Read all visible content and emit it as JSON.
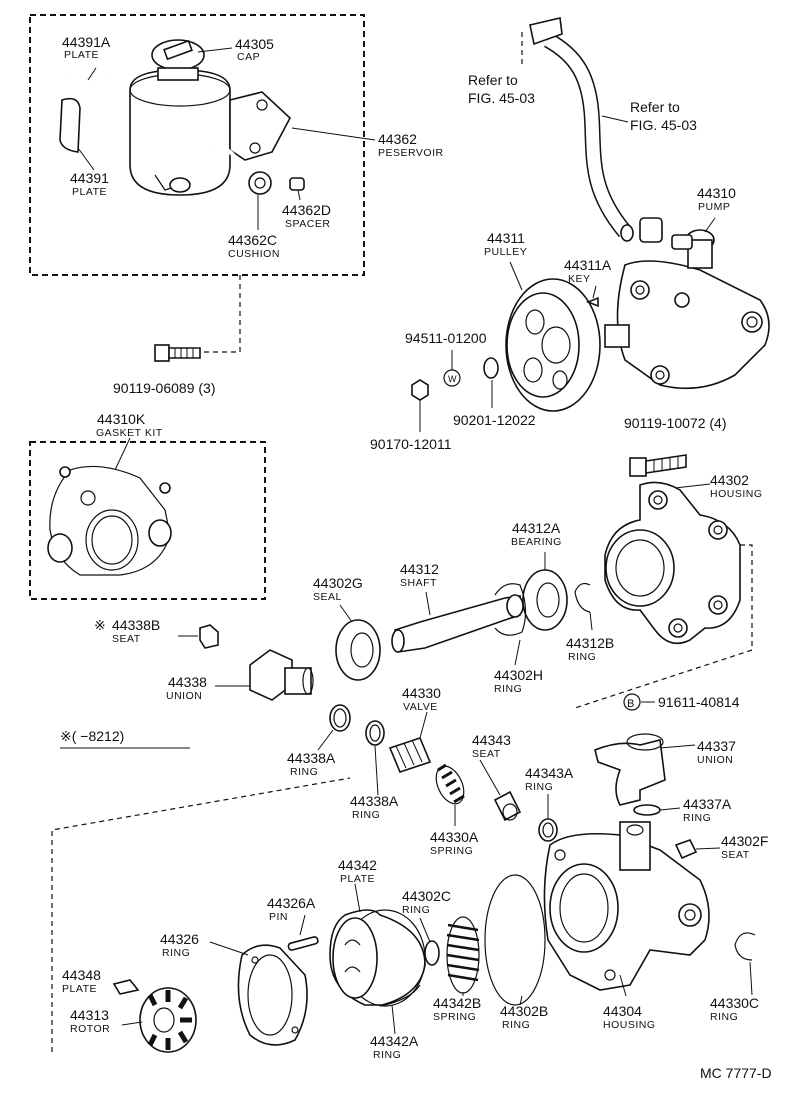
{
  "labels": [
    {
      "id": "44391A",
      "num": "44391A",
      "cap": "PLATE"
    },
    {
      "id": "44305",
      "num": "44305",
      "cap": "CAP"
    },
    {
      "id": "44362",
      "num": "44362",
      "cap": "PESERVOIR"
    },
    {
      "id": "44391",
      "num": "44391",
      "cap": "PLATE"
    },
    {
      "id": "44362D",
      "num": "44362D",
      "cap": "SPACER"
    },
    {
      "id": "44362C",
      "num": "44362C",
      "cap": "CUSHION"
    },
    {
      "id": "90119-06089",
      "num": "90119-06089 (3)",
      "cap": ""
    },
    {
      "id": "44310K",
      "num": "44310K",
      "cap": "GASKET KIT"
    },
    {
      "id": "44338B",
      "num": "44338B",
      "cap": "SEAT"
    },
    {
      "id": "44338",
      "num": "44338",
      "cap": "UNION"
    },
    {
      "id": "44311",
      "num": "44311",
      "cap": "PULLEY"
    },
    {
      "id": "44311A",
      "num": "44311A",
      "cap": "KEY"
    },
    {
      "id": "44310",
      "num": "44310",
      "cap": "PUMP"
    },
    {
      "id": "94511-01200",
      "num": "94511-01200",
      "cap": ""
    },
    {
      "id": "90201-12022",
      "num": "90201-12022",
      "cap": ""
    },
    {
      "id": "90170-12011",
      "num": "90170-12011",
      "cap": ""
    },
    {
      "id": "90119-10072",
      "num": "90119-10072 (4)",
      "cap": ""
    },
    {
      "id": "44302",
      "num": "44302",
      "cap": "HOUSING"
    },
    {
      "id": "44312A",
      "num": "44312A",
      "cap": "BEARING"
    },
    {
      "id": "44312",
      "num": "44312",
      "cap": "SHAFT"
    },
    {
      "id": "44302G",
      "num": "44302G",
      "cap": "SEAL"
    },
    {
      "id": "44312B",
      "num": "44312B",
      "cap": "RING"
    },
    {
      "id": "44302H",
      "num": "44302H",
      "cap": "RING"
    },
    {
      "id": "91611-40814",
      "num": "91611-40814",
      "cap": ""
    },
    {
      "id": "44330",
      "num": "44330",
      "cap": "VALVE"
    },
    {
      "id": "44338A-1",
      "num": "44338A",
      "cap": "RING"
    },
    {
      "id": "44338A-2",
      "num": "44338A",
      "cap": "RING"
    },
    {
      "id": "44343",
      "num": "44343",
      "cap": "SEAT"
    },
    {
      "id": "44343A",
      "num": "44343A",
      "cap": "RING"
    },
    {
      "id": "44330A",
      "num": "44330A",
      "cap": "SPRING"
    },
    {
      "id": "44337",
      "num": "44337",
      "cap": "UNION"
    },
    {
      "id": "44337A",
      "num": "44337A",
      "cap": "RING"
    },
    {
      "id": "44302F",
      "num": "44302F",
      "cap": "SEAT"
    },
    {
      "id": "44342",
      "num": "44342",
      "cap": "PLATE"
    },
    {
      "id": "44326A",
      "num": "44326A",
      "cap": "PIN"
    },
    {
      "id": "44326",
      "num": "44326",
      "cap": "RING"
    },
    {
      "id": "44302C",
      "num": "44302C",
      "cap": "RING"
    },
    {
      "id": "44348",
      "num": "44348",
      "cap": "PLATE"
    },
    {
      "id": "44313",
      "num": "44313",
      "cap": "ROTOR"
    },
    {
      "id": "44342B",
      "num": "44342B",
      "cap": "SPRING"
    },
    {
      "id": "44302B",
      "num": "44302B",
      "cap": "RING"
    },
    {
      "id": "44304",
      "num": "44304",
      "cap": "HOUSING"
    },
    {
      "id": "44330C",
      "num": "44330C",
      "cap": "RING"
    },
    {
      "id": "44342A",
      "num": "44342A",
      "cap": "RING"
    }
  ],
  "refer1": {
    "line1": "Refer to",
    "line2": "FIG. 45-03"
  },
  "refer2": {
    "line1": "Refer to",
    "line2": "FIG. 45-03"
  },
  "note_mark": "※",
  "note_range": "※(      −8212)",
  "circle_b": "B",
  "circle_w": "W",
  "figure_code": "MC  7777-D"
}
